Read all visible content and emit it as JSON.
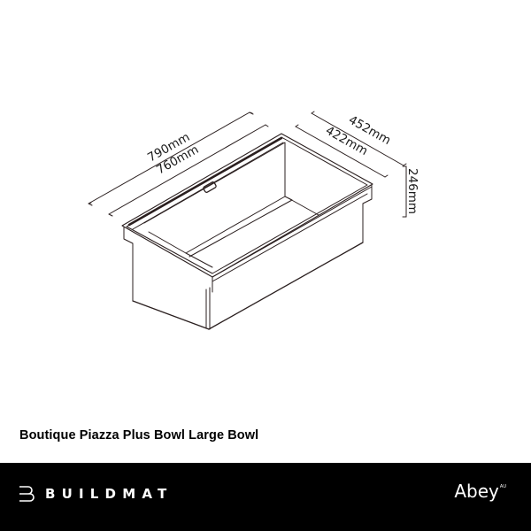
{
  "drawing": {
    "dimensions": {
      "outer_length": "790mm",
      "inner_length": "760mm",
      "outer_width": "452mm",
      "inner_width": "422mm",
      "depth": "246mm"
    },
    "line_color": "#2a1f1f"
  },
  "product": {
    "title": "Boutique Piazza Plus Bowl Large Bowl"
  },
  "footer": {
    "background": "#000000",
    "left_brand": "BUILDMAT",
    "right_brand": "Abey",
    "right_brand_mark": "AU"
  }
}
